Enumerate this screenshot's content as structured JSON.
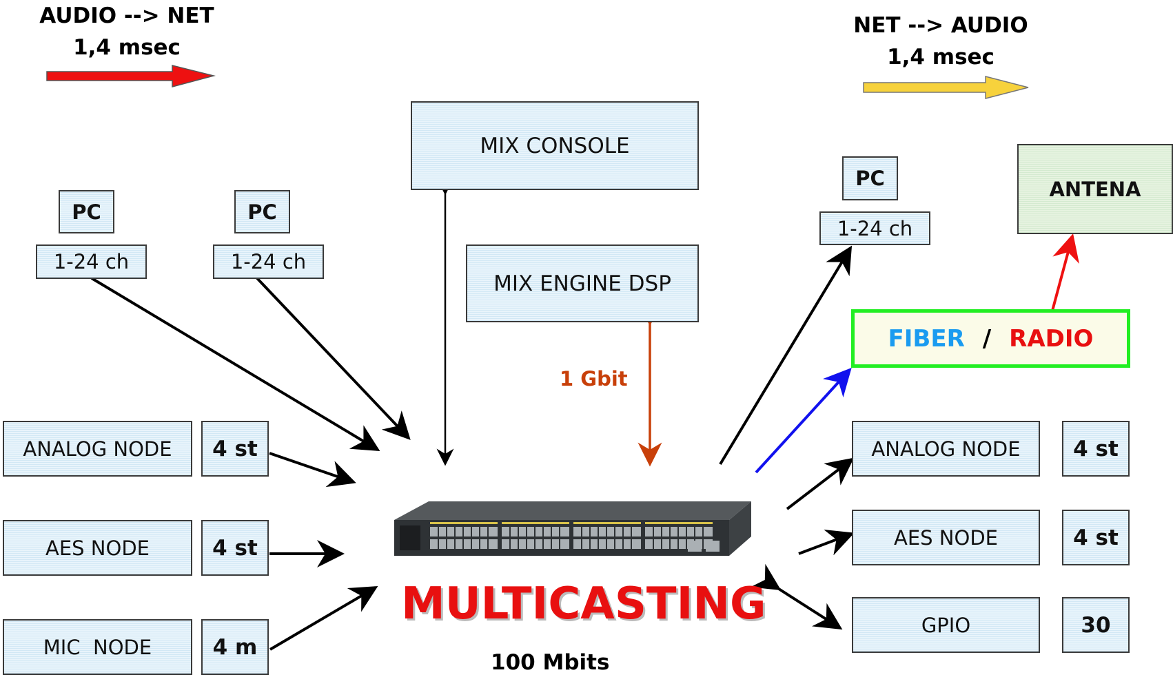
{
  "headers": {
    "audio_to_net": "AUDIO --> NET",
    "audio_to_net_latency": "1,4 msec",
    "net_to_audio": "NET --> AUDIO",
    "net_to_audio_latency": "1,4  msec"
  },
  "central": {
    "mix_console": "MIX CONSOLE",
    "mix_engine": "MIX ENGINE DSP",
    "link_speed": "1 Gbit",
    "title": "MULTICASTING",
    "bandwidth": "100 Mbits"
  },
  "left": {
    "pcs": [
      {
        "label": "PC",
        "channels": "1-24 ch"
      },
      {
        "label": "PC",
        "channels": "1-24 ch"
      }
    ],
    "nodes": [
      {
        "name": "ANALOG NODE",
        "count": "4 st"
      },
      {
        "name": "AES NODE",
        "count": "4 st"
      },
      {
        "name": "MIC  NODE",
        "count": "4 m"
      }
    ]
  },
  "right": {
    "pc": {
      "label": "PC",
      "channels": "1-24 ch"
    },
    "antenna": "ANTENA",
    "fiber": "FIBER",
    "separator": "/",
    "radio": "RADIO",
    "nodes": [
      {
        "name": "ANALOG NODE",
        "count": "4 st"
      },
      {
        "name": "AES NODE",
        "count": "4 st"
      },
      {
        "name": "GPIO",
        "count": "30"
      }
    ]
  },
  "colors": {
    "red_arrow": "#ee1111",
    "yellow_arrow": "#f7d23c",
    "gbit": "#c8400a",
    "multicasting": "#e81010",
    "fiber": "#1a9bf0",
    "radio": "#e81010",
    "frame_green": "#22ee22",
    "antenna_bg": "#e6f3e0"
  },
  "icons": {
    "switch": "network-switch-icon"
  }
}
